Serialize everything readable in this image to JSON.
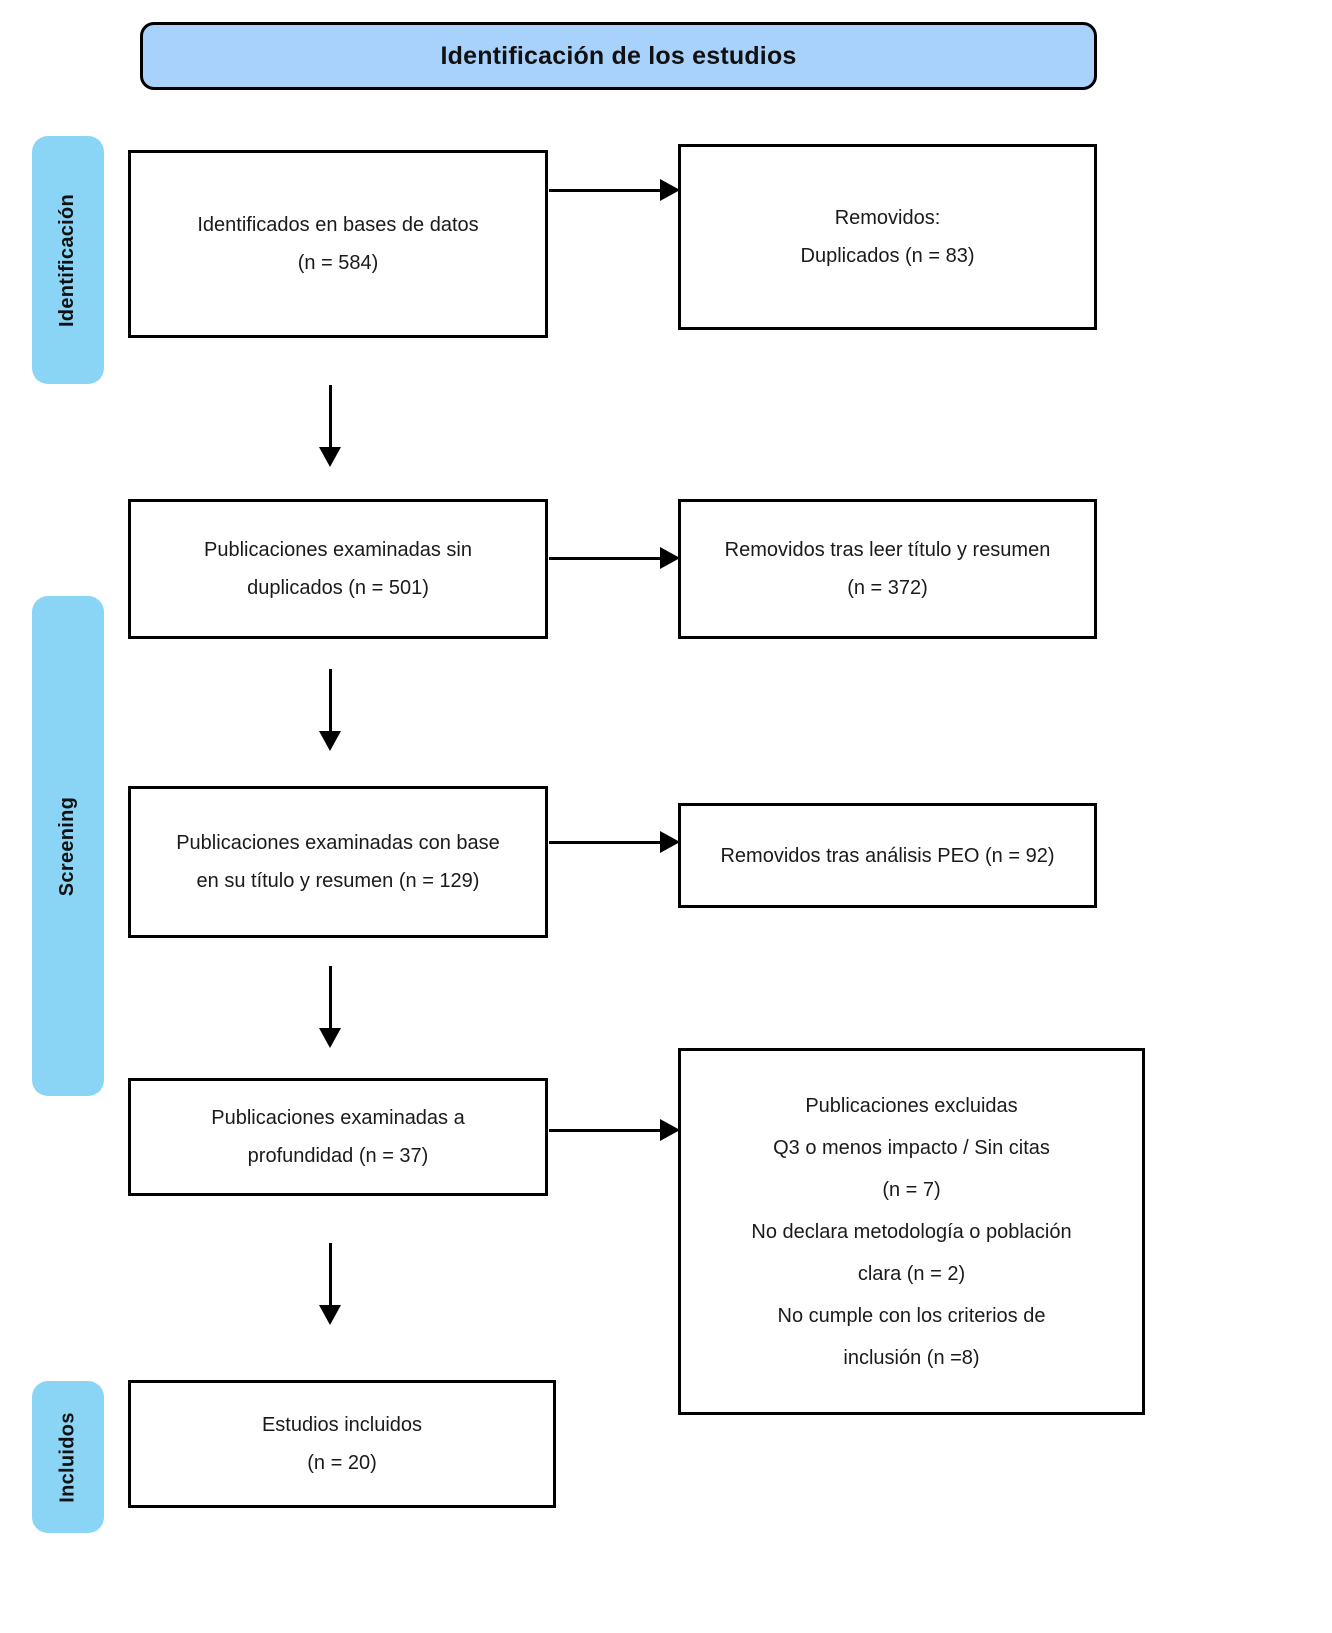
{
  "header": {
    "title": "Identificación de los estudios"
  },
  "stages": [
    {
      "id": "identificacion",
      "label": "Identificación"
    },
    {
      "id": "screening",
      "label": "Screening"
    },
    {
      "id": "incluidos",
      "label": "Incluidos"
    }
  ],
  "boxes": {
    "identified": {
      "lines": [
        "Identificados en bases de datos",
        "(n = 584)"
      ]
    },
    "duplicates": {
      "lines": [
        "Removidos:",
        "Duplicados (n = 83)"
      ]
    },
    "screened": {
      "lines": [
        "Publicaciones examinadas sin",
        "duplicados (n = 501)"
      ]
    },
    "removed_title_abstract": {
      "lines": [
        "Removidos tras leer título y resumen",
        "(n = 372)"
      ]
    },
    "title_abstract": {
      "lines": [
        "Publicaciones examinadas con base",
        "en su título y resumen (n = 129)"
      ]
    },
    "removed_peo": {
      "lines": [
        "Removidos tras análisis PEO (n = 92)"
      ]
    },
    "fulltext": {
      "lines": [
        "Publicaciones examinadas a",
        "profundidad (n = 37)"
      ]
    },
    "excluded": {
      "lines": [
        "Publicaciones excluidas",
        "Q3 o menos impacto / Sin citas",
        "(n = 7)",
        "No declara metodología o población",
        "clara (n = 2)",
        "No cumple con los criterios de",
        "inclusión (n =8)"
      ]
    },
    "included": {
      "lines": [
        "Estudios incluidos",
        "(n = 20)"
      ]
    }
  },
  "colors": {
    "header_fill": "#a8d2fb",
    "stage_fill": "#8ad4f5",
    "border": "#000000",
    "text": "#1a1a1a",
    "background": "#ffffff"
  },
  "chart_data": {
    "type": "diagram",
    "title": "Identificación de los estudios",
    "diagram_kind": "PRISMA flow diagram",
    "stages": [
      "Identificación",
      "Screening",
      "Incluidos"
    ],
    "nodes": [
      {
        "key": "identified",
        "stage": "Identificación",
        "label": "Identificados en bases de datos",
        "n": 584
      },
      {
        "key": "duplicates",
        "stage": "Identificación",
        "label": "Removidos: Duplicados",
        "n": 83
      },
      {
        "key": "screened",
        "stage": "Screening",
        "label": "Publicaciones examinadas sin duplicados",
        "n": 501
      },
      {
        "key": "removed_title_abstract",
        "stage": "Screening",
        "label": "Removidos tras leer título y resumen",
        "n": 372
      },
      {
        "key": "title_abstract",
        "stage": "Screening",
        "label": "Publicaciones examinadas con base en su título y resumen",
        "n": 129
      },
      {
        "key": "removed_peo",
        "stage": "Screening",
        "label": "Removidos tras análisis PEO",
        "n": 92
      },
      {
        "key": "fulltext",
        "stage": "Screening",
        "label": "Publicaciones examinadas a profundidad",
        "n": 37
      },
      {
        "key": "excluded_q3",
        "stage": "Screening",
        "label": "Q3 o menos impacto / Sin citas",
        "n": 7
      },
      {
        "key": "excluded_method",
        "stage": "Screening",
        "label": "No declara metodología o población clara",
        "n": 2
      },
      {
        "key": "excluded_criteria",
        "stage": "Screening",
        "label": "No cumple con los criterios de inclusión",
        "n": 8
      },
      {
        "key": "included",
        "stage": "Incluidos",
        "label": "Estudios incluidos",
        "n": 20
      }
    ],
    "edges": [
      {
        "from": "identified",
        "to": "duplicates",
        "direction": "right"
      },
      {
        "from": "identified",
        "to": "screened",
        "direction": "down"
      },
      {
        "from": "screened",
        "to": "removed_title_abstract",
        "direction": "right"
      },
      {
        "from": "screened",
        "to": "title_abstract",
        "direction": "down"
      },
      {
        "from": "title_abstract",
        "to": "removed_peo",
        "direction": "right"
      },
      {
        "from": "title_abstract",
        "to": "fulltext",
        "direction": "down"
      },
      {
        "from": "fulltext",
        "to": "excluded",
        "direction": "right"
      },
      {
        "from": "fulltext",
        "to": "included",
        "direction": "down"
      }
    ]
  }
}
